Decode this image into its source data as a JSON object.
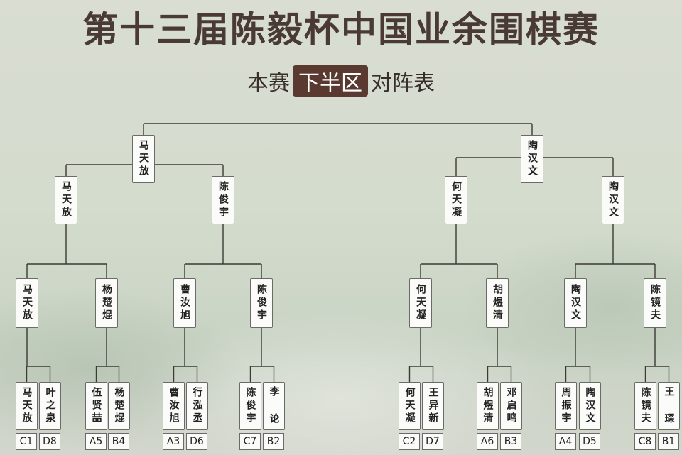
{
  "header": {
    "title": "第十三届陈毅杯中国业余围棋赛",
    "sub_pre": "本赛",
    "sub_hl": "下半区",
    "sub_post": "对阵表"
  },
  "bracket": {
    "round1": [
      {
        "name": "马天放",
        "seed": "C1"
      },
      {
        "name": "叶之泉",
        "seed": "D8"
      },
      {
        "name": "伍贤喆",
        "seed": "A5"
      },
      {
        "name": "杨楚焜",
        "seed": "B4"
      },
      {
        "name": "曹汝旭",
        "seed": "A3"
      },
      {
        "name": "行泓丞",
        "seed": "D6"
      },
      {
        "name": "陈俊宇",
        "seed": "C7"
      },
      {
        "name": "李 论",
        "seed": "B2"
      },
      {
        "name": "何天凝",
        "seed": "C2"
      },
      {
        "name": "王异新",
        "seed": "D7"
      },
      {
        "name": "胡煜清",
        "seed": "A6"
      },
      {
        "name": "邓启鸣",
        "seed": "B3"
      },
      {
        "name": "周振宇",
        "seed": "A4"
      },
      {
        "name": "陶汉文",
        "seed": "D5"
      },
      {
        "name": "陈镜夫",
        "seed": "C8"
      },
      {
        "name": "王 琛",
        "seed": "B1"
      }
    ],
    "round2": [
      "马天放",
      "杨楚焜",
      "曹汝旭",
      "陈俊宇",
      "何天凝",
      "胡煜清",
      "陶汉文",
      "陈镜夫"
    ],
    "round3": [
      "马天放",
      "陈俊宇",
      "何天凝",
      "陶汉文"
    ],
    "round4": [
      "马天放",
      "陶汉文"
    ]
  }
}
